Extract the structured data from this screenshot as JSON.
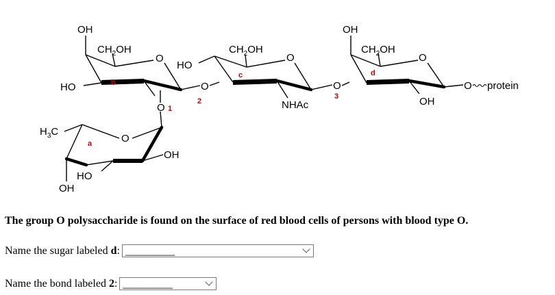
{
  "diagram": {
    "atoms": {
      "oh": "OH",
      "ho": "HO",
      "ch2": "CH",
      "ch2_sub": "2",
      "ch2_tail": "OH",
      "ring_o": "O",
      "h3c_h": "H",
      "h3c_sub": "3",
      "h3c_c": "C",
      "nhac": "NHAc",
      "protein": "protein"
    },
    "ring_labels": {
      "a": "a",
      "b": "b",
      "c": "c",
      "d": "d"
    },
    "bond_labels": {
      "1": "1",
      "2": "2",
      "3": "3"
    },
    "colors": {
      "line": "#000000",
      "ring_label": "#cc0000",
      "bond_label": "#cc0000"
    }
  },
  "caption": "The group O polysaccharide is found on the surface of red blood cells of persons with blood type O.",
  "questions": [
    {
      "prompt_prefix": "Name the sugar labeled ",
      "prompt_target": "d",
      "prompt_suffix": ":",
      "selected": "__________"
    },
    {
      "prompt_prefix": "Name the bond labeled ",
      "prompt_target": "2",
      "prompt_suffix": ":",
      "selected": "__________"
    }
  ]
}
